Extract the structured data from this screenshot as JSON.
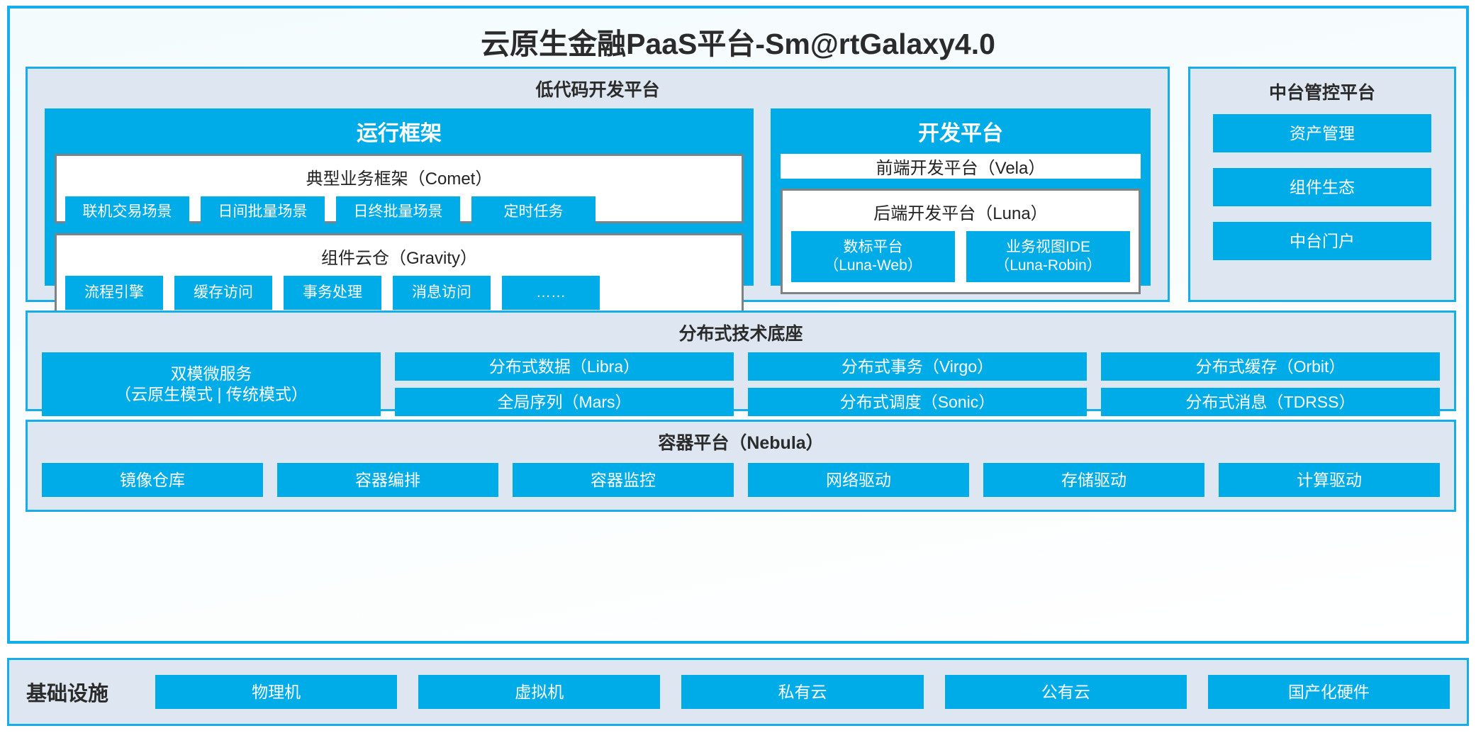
{
  "colors": {
    "accent_blue": "#00ace8",
    "border_blue": "#16ade8",
    "panel_bg": "#dde6f1",
    "box_border_grey": "#7f8284",
    "text_dark": "#2b2b2b"
  },
  "title": "云原生金融PaaS平台-Sm@rtGalaxy4.0",
  "low_code": {
    "title": "低代码开发平台",
    "run_framework": {
      "title": "运行框架",
      "comet": {
        "title": "典型业务框架（Comet）",
        "tiles": [
          "联机交易场景",
          "日间批量场景",
          "日终批量场景",
          "定时任务"
        ]
      },
      "gravity": {
        "title": "组件云仓（Gravity）",
        "tiles": [
          "流程引擎",
          "缓存访问",
          "事务处理",
          "消息访问",
          "……"
        ]
      }
    },
    "dev_platform": {
      "title": "开发平台",
      "frontend": "前端开发平台（Vela）",
      "backend": {
        "title": "后端开发平台（Luna）",
        "tiles": [
          {
            "line1": "数标平台",
            "line2": "（Luna-Web）"
          },
          {
            "line1": "业务视图IDE",
            "line2": "（Luna-Robin）"
          }
        ]
      }
    }
  },
  "control_platform": {
    "title": "中台管控平台",
    "items": [
      "资产管理",
      "组件生态",
      "中台门户"
    ]
  },
  "distributed_base": {
    "title": "分布式技术底座",
    "wide_tile": {
      "line1": "双模微服务",
      "line2": "（云原生模式 | 传统模式）"
    },
    "columns": [
      [
        "分布式数据（Libra）",
        "全局序列（Mars）"
      ],
      [
        "分布式事务（Virgo）",
        "分布式调度（Sonic）"
      ],
      [
        "分布式缓存（Orbit）",
        "分布式消息（TDRSS）"
      ]
    ]
  },
  "container_platform": {
    "title": "容器平台（Nebula）",
    "tiles": [
      "镜像仓库",
      "容器编排",
      "容器监控",
      "网络驱动",
      "存储驱动",
      "计算驱动"
    ]
  },
  "infrastructure": {
    "label": "基础设施",
    "tiles": [
      "物理机",
      "虚拟机",
      "私有云",
      "公有云",
      "国产化硬件"
    ]
  }
}
